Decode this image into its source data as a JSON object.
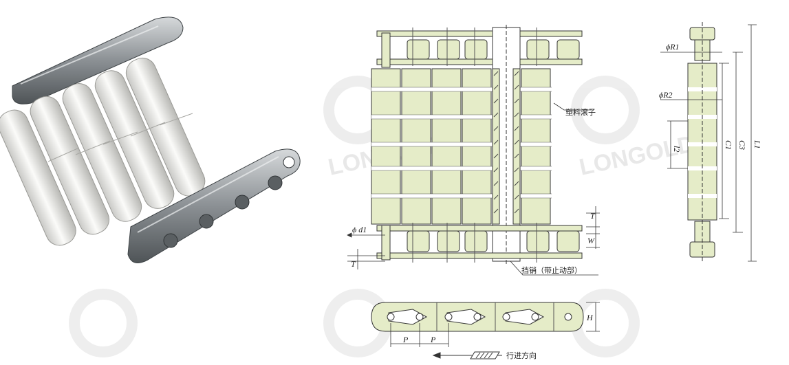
{
  "labels": {
    "plastic_roller": "塑料滚子",
    "stop_pin": "挡销（带止动部）",
    "travel_direction": "行进方向"
  },
  "dimensions": {
    "phi_R1": "ϕR1",
    "phi_R2": "ϕR2",
    "phi_d1": "ϕ d1",
    "l2": "l2",
    "C1": "C1",
    "C3": "C3",
    "L1": "L1",
    "T_top": "T",
    "W": "W",
    "T_bottom": "T",
    "H": "H",
    "P1": "P",
    "P2": "P"
  },
  "watermark": {
    "brand": "LONGOLD"
  },
  "colors": {
    "roller_fill": "#e5ecc8",
    "outline": "#333333",
    "steel": "#9aa0a4",
    "white_roller": "#f3f3f1"
  }
}
